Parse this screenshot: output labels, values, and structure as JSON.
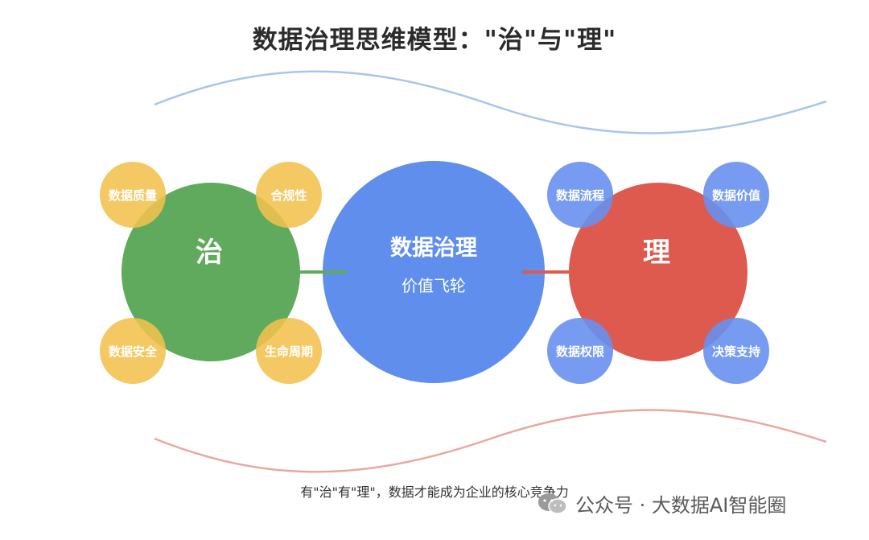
{
  "title": "数据治理思维模型：\"治\"与\"理\"",
  "left": {
    "label": "治",
    "color": "#5faa5c",
    "satellites": [
      "数据质量",
      "合规性",
      "数据安全",
      "生命周期"
    ],
    "satellite_color": "#f2c24f"
  },
  "center": {
    "title": "数据治理",
    "subtitle": "价值飞轮",
    "color": "#5f8eed"
  },
  "right": {
    "label": "理",
    "color": "#de5a4e",
    "satellites": [
      "数据流程",
      "数据价值",
      "数据权限",
      "决策支持"
    ],
    "satellite_color": "#6790ee"
  },
  "caption": "有\"治\"有\"理\"，数据才能成为企业的核心竞争力",
  "watermark": {
    "text": "公众号 · 大数据AI智能圈",
    "icon": "wechat-icon"
  },
  "colors": {
    "wave_top": "#a9c4ee",
    "wave_bottom": "#eaa79e",
    "connector_left": "#5faa5c",
    "connector_right": "#de5a4e"
  }
}
